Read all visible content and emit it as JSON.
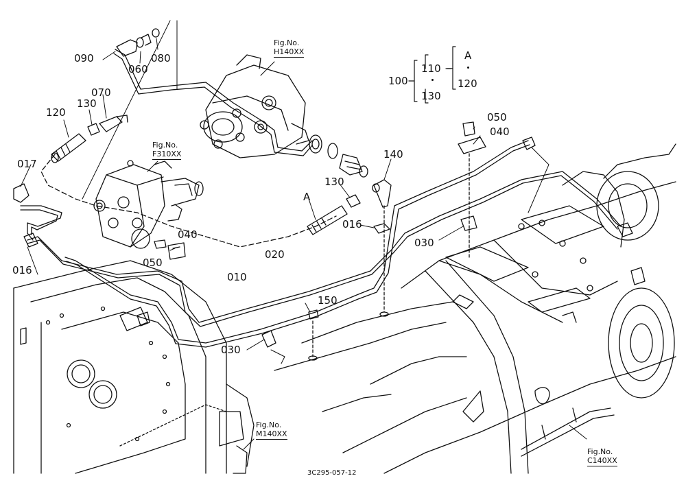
{
  "figure_code": "3C295-057-12",
  "figure_refs": [
    {
      "id": "h140",
      "title": "Fig.No.",
      "code": "H140XX"
    },
    {
      "id": "f310",
      "title": "Fig.No.",
      "code": "F310XX"
    },
    {
      "id": "m140",
      "title": "Fig.No.",
      "code": "M140XX"
    },
    {
      "id": "c140",
      "title": "Fig.No.",
      "code": "C140XX"
    }
  ],
  "part_labels": [
    {
      "id": "p090",
      "text": "090"
    },
    {
      "id": "p060",
      "text": "060"
    },
    {
      "id": "p080",
      "text": "080"
    },
    {
      "id": "p070",
      "text": "070"
    },
    {
      "id": "p130a",
      "text": "130"
    },
    {
      "id": "p120",
      "text": "120"
    },
    {
      "id": "p017",
      "text": "017"
    },
    {
      "id": "p016a",
      "text": "016"
    },
    {
      "id": "p040a",
      "text": "040"
    },
    {
      "id": "p050a",
      "text": "050"
    },
    {
      "id": "pA",
      "text": "A"
    },
    {
      "id": "p130b",
      "text": "130"
    },
    {
      "id": "p140",
      "text": "140"
    },
    {
      "id": "p016b",
      "text": "016"
    },
    {
      "id": "p050b",
      "text": "050"
    },
    {
      "id": "p040b",
      "text": "040"
    },
    {
      "id": "p030a",
      "text": "030"
    },
    {
      "id": "p020",
      "text": "020"
    },
    {
      "id": "p010",
      "text": "010"
    },
    {
      "id": "p150",
      "text": "150"
    },
    {
      "id": "p030b",
      "text": "030"
    }
  ],
  "legend_tree": {
    "root": "100",
    "branch_1": "110",
    "branch_2": "130",
    "group_label": "A",
    "group_item": "120"
  }
}
